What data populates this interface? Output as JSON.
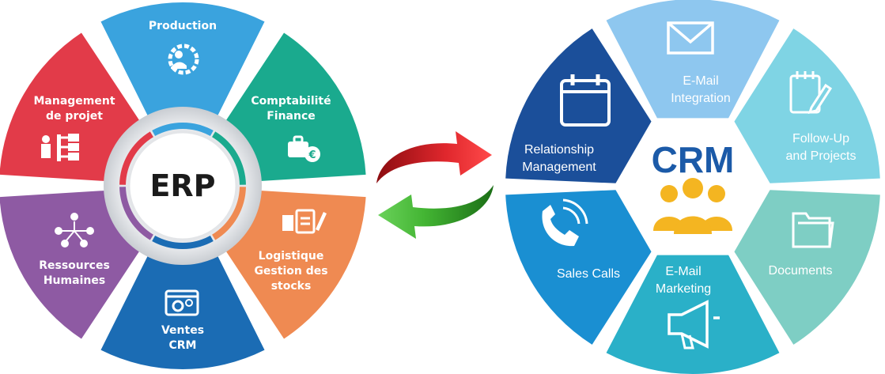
{
  "erp": {
    "center_label": "ERP",
    "segments": [
      {
        "lines": [
          "Production"
        ],
        "color": "#3aa3de",
        "icon": "engineer-gear-icon"
      },
      {
        "lines": [
          "Comptabilité",
          "Finance"
        ],
        "color": "#1aaa8e",
        "icon": "briefcase-euro-icon"
      },
      {
        "lines": [
          "Logistique",
          "Gestion des",
          "stocks"
        ],
        "color": "#ef8a52",
        "icon": "clipboard-boxes-icon"
      },
      {
        "lines": [
          "Ventes",
          "CRM"
        ],
        "color": "#1b6cb4",
        "icon": "browser-gears-icon"
      },
      {
        "lines": [
          "Ressources",
          "Humaines"
        ],
        "color": "#8e5aa3",
        "icon": "people-network-icon"
      },
      {
        "lines": [
          "Management",
          "de projet"
        ],
        "color": "#e23b49",
        "icon": "org-chart-icon"
      }
    ]
  },
  "crm": {
    "center_label": "CRM",
    "accent": "#1b5aa8",
    "people_color": "#f4b521",
    "segments": [
      {
        "lines": [
          "E-Mail",
          "Integration"
        ],
        "color": "#8ec7ef",
        "icon": "envelope-icon"
      },
      {
        "lines": [
          "Follow-Up",
          "and Projects"
        ],
        "color": "#7fd4e4",
        "icon": "notepad-pen-icon"
      },
      {
        "lines": [
          "Documents"
        ],
        "color": "#7ecec4",
        "icon": "folder-icon"
      },
      {
        "lines": [
          "E-Mail",
          "Marketing"
        ],
        "color": "#2ab0c8",
        "icon": "megaphone-icon"
      },
      {
        "lines": [
          "Sales Calls"
        ],
        "color": "#1a8fd2",
        "icon": "phone-ringing-icon"
      },
      {
        "lines": [
          "Relationship",
          "Management"
        ],
        "color": "#1b4f9a",
        "icon": "calendar-icon"
      }
    ]
  },
  "arrows": {
    "top_color": "#d8242a",
    "bottom_color": "#43b533"
  }
}
